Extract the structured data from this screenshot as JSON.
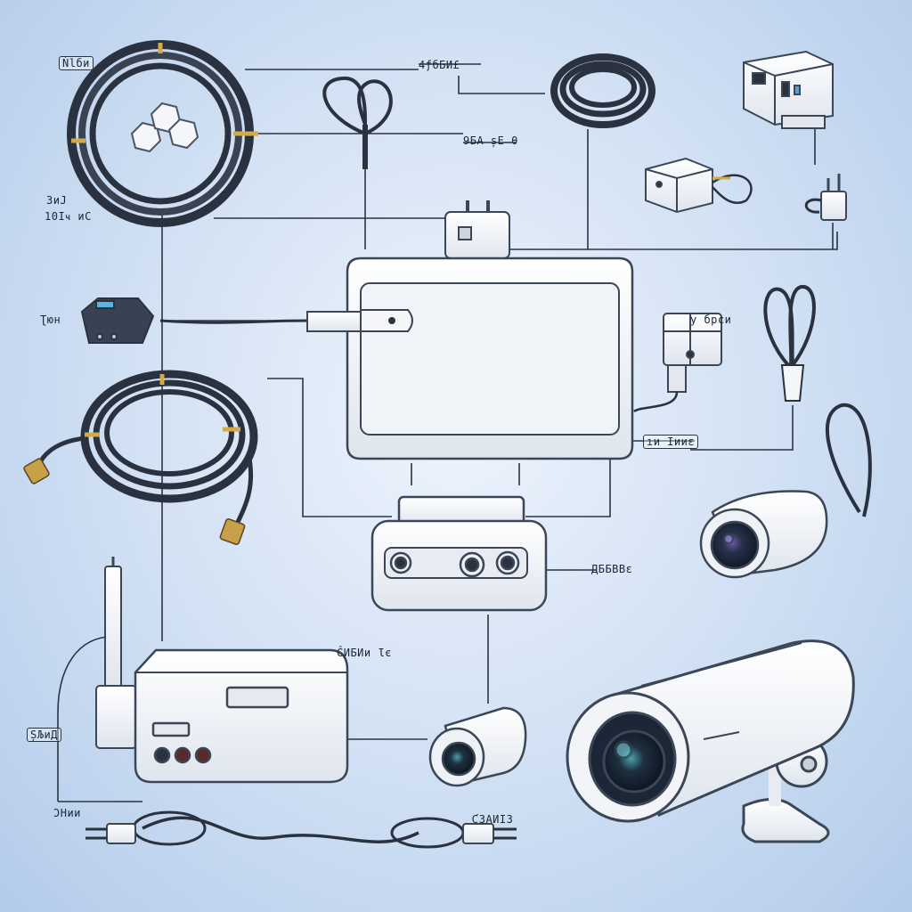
{
  "labels": {
    "coil_top_a": "Ǹlби",
    "cable_top": "4ƒбБИ£",
    "adapter_mid": "9БА șЕ θ",
    "left_coil_a": "3иЈ",
    "left_coil_b": "10Іҹ иС",
    "left_plug": "Ʈюн",
    "right_module": "у брси",
    "right_hub_low": "ıи Іииε",
    "center_device": "ДББВВε",
    "recorder": "ĈИБИи Ɩє",
    "left_antenna": "ȘЉиД",
    "bottom_cable_left": "ƆНии",
    "bottom_cable_right": "ƇЗАИІЗ"
  },
  "colors": {
    "background_center": "#eef4fc",
    "background_edge": "#b3cbea",
    "line": "#2b3442",
    "device_body": "#f2f4f8",
    "device_outline": "#3b4656",
    "cable": "#2a3240",
    "tie": "#d4a94a",
    "lens": "#223047"
  },
  "icons": [
    "coil-cable-icon",
    "power-adapter-icon",
    "router-icon",
    "dome-camera-icon",
    "bullet-camera-icon",
    "dvr-icon",
    "power-cord-icon"
  ]
}
